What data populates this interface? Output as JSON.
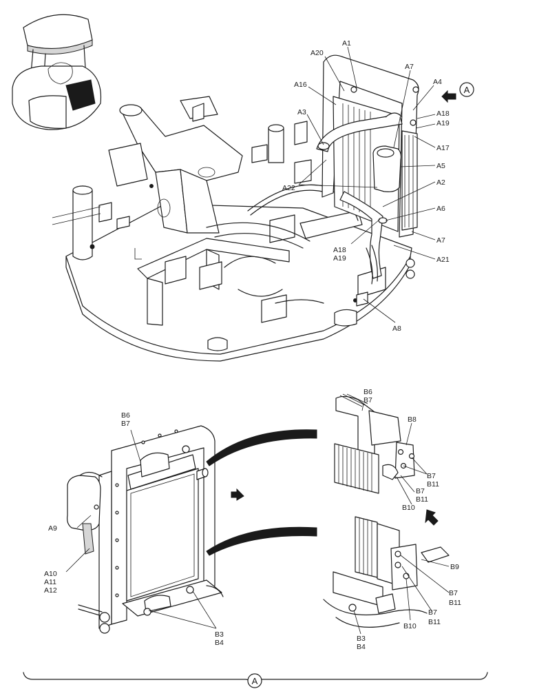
{
  "labels": {
    "A1": "A1",
    "A2": "A2",
    "A3": "A3",
    "A4": "A4",
    "A5": "A5",
    "A6": "A6",
    "A7": "A7",
    "A8": "A8",
    "A9": "A9",
    "A10": "A10",
    "A11": "A11",
    "A12": "A12",
    "A16": "A16",
    "A17": "A17",
    "A18": "A18",
    "A19": "A19",
    "A20": "A20",
    "A21": "A21",
    "A22": "A22",
    "B3": "B3",
    "B4": "B4",
    "B6": "B6",
    "B7": "B7",
    "B8": "B8",
    "B9": "B9",
    "B10": "B10",
    "B11": "B11"
  },
  "view_marker": "A"
}
